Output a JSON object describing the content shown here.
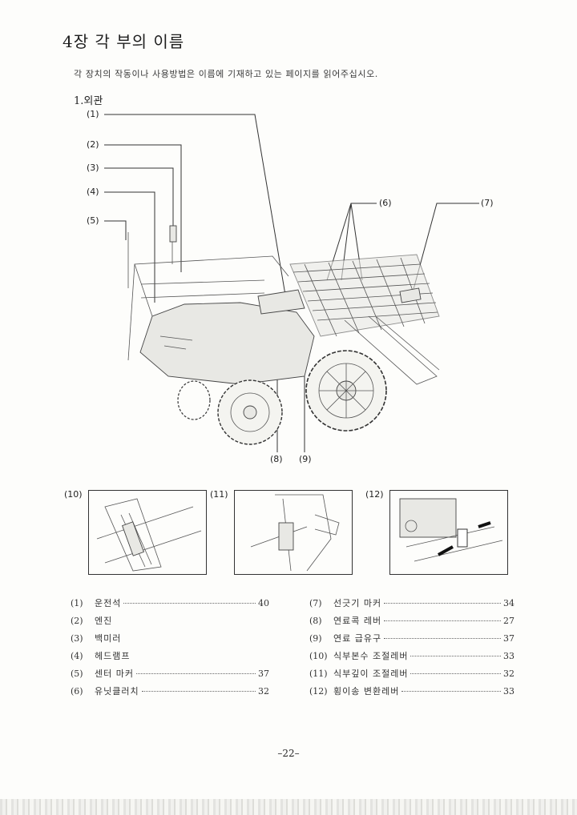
{
  "header": {
    "chapter_title": "4장 각 부의 이름",
    "intro": "각 장치의 작동이나 사용방법은 이름에 기재하고 있는 페이지를 읽어주십시오.",
    "section": "1.외관"
  },
  "diagram": {
    "callouts": [
      "(1)",
      "(2)",
      "(3)",
      "(4)",
      "(5)",
      "(6)",
      "(7)",
      "(8)",
      "(9)"
    ],
    "panels": [
      "(10)",
      "(11)",
      "(12)"
    ]
  },
  "parts": {
    "left": [
      {
        "num": "(1)",
        "name": "운전석",
        "page": "40"
      },
      {
        "num": "(2)",
        "name": "엔진",
        "page": ""
      },
      {
        "num": "(3)",
        "name": "백미러",
        "page": ""
      },
      {
        "num": "(4)",
        "name": "헤드램프",
        "page": ""
      },
      {
        "num": "(5)",
        "name": "센터 마커",
        "page": "37"
      },
      {
        "num": "(6)",
        "name": "유닛클러치",
        "page": "32"
      }
    ],
    "right": [
      {
        "num": "(7)",
        "name": "선긋기 마커",
        "page": "34"
      },
      {
        "num": "(8)",
        "name": "연료콕 레버",
        "page": "27"
      },
      {
        "num": "(9)",
        "name": "연료 급유구",
        "page": "37"
      },
      {
        "num": "(10)",
        "name": "식부본수 조절레버",
        "page": "33"
      },
      {
        "num": "(11)",
        "name": "식부깊이 조절레버",
        "page": "32"
      },
      {
        "num": "(12)",
        "name": "횡이송 변환레버",
        "page": "33"
      }
    ]
  },
  "footer": {
    "page_number": "–22–"
  }
}
